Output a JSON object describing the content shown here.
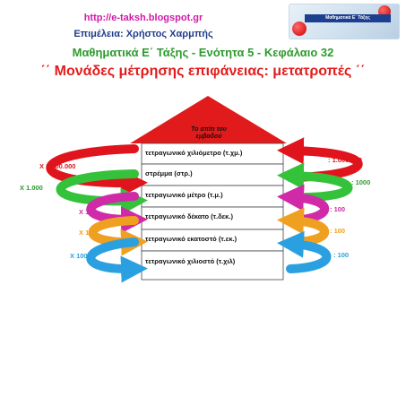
{
  "header": {
    "url": "http://e-taksh.blogspot.gr",
    "editor": "Επιμέλεια: Χρήστος Χαρμπής",
    "subtitle": "Μαθηματικά Ε΄ Τάξης - Ενότητα 5 - Κεφάλαιο 32",
    "title": "΄΄ Μονάδες μέτρησης επιφάνειας: μετατροπές ΄΄"
  },
  "banner": {
    "text": "Μαθηματικά Ε΄ Τάξης"
  },
  "house": {
    "roof_label": "Το σπίτι  του εμβαδού",
    "units": [
      "τετραγωνικό χιλιόμετρο  (τ.χμ.)",
      "στρέμμα  (στρ.)",
      "τετραγωνικό μέτρο  (τ.μ.)",
      "τετραγωνικό δέκατο  (τ.δεκ.)",
      "τετραγωνικό εκατοστό  (τ.εκ.)",
      "τετραγωνικό χιλιοστό  (τ.χιλ)"
    ]
  },
  "multiply_labels": [
    "X  1.000.000",
    "X 1.000",
    "X  100",
    "X 100",
    "X 100"
  ],
  "divide_labels": [
    ": 1.000.000",
    ": 1000",
    ": 100",
    ": 100",
    ": 100"
  ],
  "colors": {
    "red": "#e0141c",
    "green": "#34c23a",
    "magenta": "#d02aa8",
    "orange": "#f0a020",
    "blue": "#2aa0e0",
    "roof": "#e11b1b"
  }
}
